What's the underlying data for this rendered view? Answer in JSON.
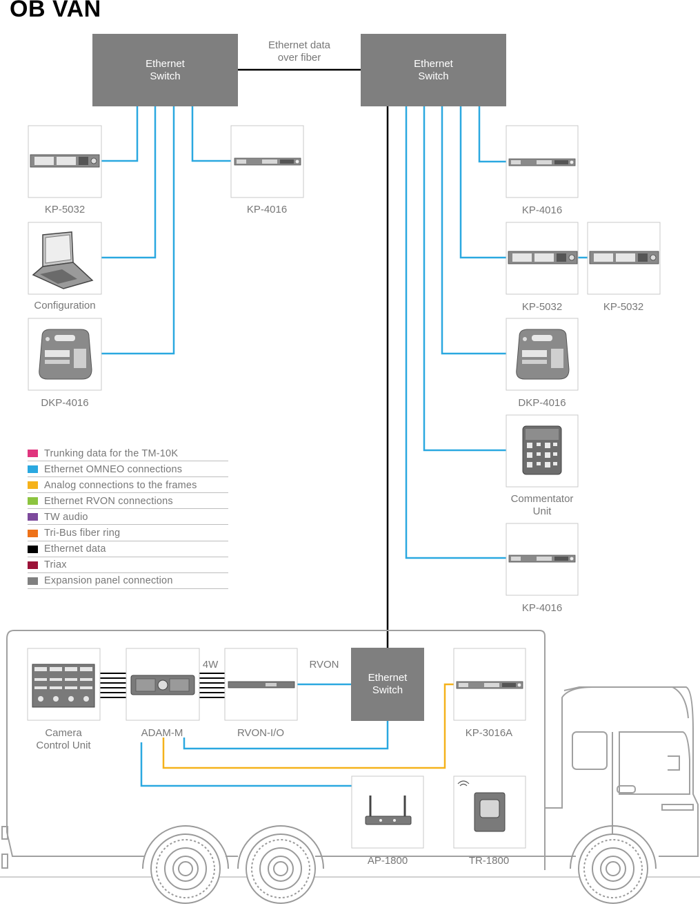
{
  "title": "OB VAN",
  "link_label": "Ethernet data\nover fiber",
  "switches": {
    "top_left": "Ethernet\nSwitch",
    "top_right": "Ethernet\nSwitch",
    "van": "Ethernet\nSwitch"
  },
  "left_devices": {
    "kp5032": "KP-5032",
    "configuration": "Configuration",
    "dkp4016": "DKP-4016",
    "kp4016": "KP-4016"
  },
  "right_devices": {
    "kp4016_a": "KP-4016",
    "kp5032_a": "KP-5032",
    "kp5032_b": "KP-5032",
    "dkp4016": "DKP-4016",
    "commentator": "Commentator\nUnit",
    "kp4016_b": "KP-4016"
  },
  "van_devices": {
    "ccu": "Camera\nControl Unit",
    "adam": "ADAM-M",
    "rvon_io": "RVON-I/O",
    "kp3016a": "KP-3016A",
    "ap1800": "AP-1800",
    "tr1800": "TR-1800",
    "label_4w": "4W",
    "label_rvon": "RVON"
  },
  "legend": [
    {
      "label": "Trunking data for the TM-10K",
      "color": "#e0357e"
    },
    {
      "label": "Ethernet OMNEO connections",
      "color": "#2aa8e0"
    },
    {
      "label": "Analog connections to the frames",
      "color": "#f5b21b"
    },
    {
      "label": "Ethernet RVON connections",
      "color": "#8cc43f"
    },
    {
      "label": "TW audio",
      "color": "#7d4a9c"
    },
    {
      "label": "Tri-Bus fiber ring",
      "color": "#ee7219"
    },
    {
      "label": "Ethernet data",
      "color": "#000000"
    },
    {
      "label": "Triax",
      "color": "#9b1238"
    },
    {
      "label": "Expansion panel connection",
      "color": "#808080"
    }
  ],
  "colors": {
    "omneo": "#2aa8e0",
    "analog": "#f5b21b",
    "ethernet_data": "#000000",
    "switch_fill": "#7f7f7f",
    "device_border": "#c9c9c9",
    "device_gray": "#7a7a7a",
    "truck_outline": "#9a9a9a"
  }
}
